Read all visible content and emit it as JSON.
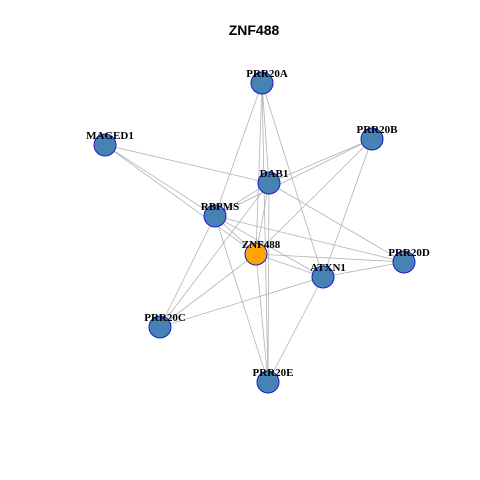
{
  "title": "ZNF488",
  "colors": {
    "node_default": "#4682b4",
    "node_focus": "#ffa500",
    "node_border": "#1a1acc",
    "edge": "#b3b3b3"
  },
  "focus_node": "ZNF488",
  "nodes": [
    {
      "id": "PRR20A",
      "label": "PRR20A"
    },
    {
      "id": "MAGED1",
      "label": "MAGED1"
    },
    {
      "id": "PRR20B",
      "label": "PRR20B"
    },
    {
      "id": "DAB1",
      "label": "DAB1"
    },
    {
      "id": "RBPMS",
      "label": "RBPMS"
    },
    {
      "id": "ZNF488",
      "label": "ZNF488"
    },
    {
      "id": "PRR20D",
      "label": "PRR20D"
    },
    {
      "id": "ATXN1",
      "label": "ATXN1"
    },
    {
      "id": "PRR20C",
      "label": "PRR20C"
    },
    {
      "id": "PRR20E",
      "label": "PRR20E"
    }
  ],
  "edges": [
    [
      "PRR20A",
      "RBPMS"
    ],
    [
      "PRR20A",
      "DAB1"
    ],
    [
      "PRR20A",
      "ZNF488"
    ],
    [
      "PRR20A",
      "ATXN1"
    ],
    [
      "PRR20A",
      "PRR20E"
    ],
    [
      "MAGED1",
      "DAB1"
    ],
    [
      "MAGED1",
      "RBPMS"
    ],
    [
      "MAGED1",
      "ZNF488"
    ],
    [
      "PRR20B",
      "DAB1"
    ],
    [
      "PRR20B",
      "RBPMS"
    ],
    [
      "PRR20B",
      "ZNF488"
    ],
    [
      "PRR20B",
      "ATXN1"
    ],
    [
      "DAB1",
      "RBPMS"
    ],
    [
      "DAB1",
      "ZNF488"
    ],
    [
      "DAB1",
      "PRR20D"
    ],
    [
      "DAB1",
      "PRR20C"
    ],
    [
      "DAB1",
      "PRR20E"
    ],
    [
      "RBPMS",
      "ZNF488"
    ],
    [
      "RBPMS",
      "PRR20D"
    ],
    [
      "RBPMS",
      "ATXN1"
    ],
    [
      "RBPMS",
      "PRR20C"
    ],
    [
      "RBPMS",
      "PRR20E"
    ],
    [
      "ZNF488",
      "PRR20D"
    ],
    [
      "ZNF488",
      "ATXN1"
    ],
    [
      "ZNF488",
      "PRR20C"
    ],
    [
      "ZNF488",
      "PRR20E"
    ],
    [
      "ATXN1",
      "PRR20D"
    ],
    [
      "ATXN1",
      "PRR20C"
    ],
    [
      "ATXN1",
      "PRR20E"
    ]
  ]
}
